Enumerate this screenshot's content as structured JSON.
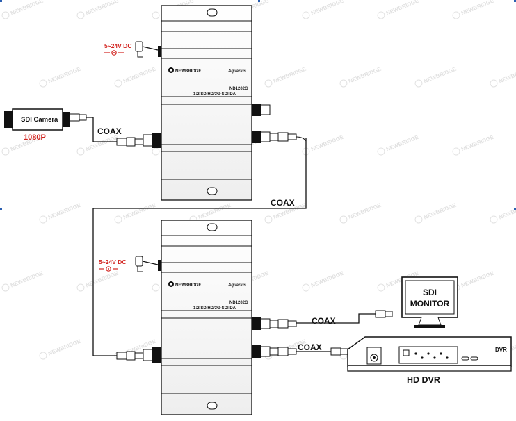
{
  "watermark": "NEWBRIDGE",
  "power": [
    "5~24V DC",
    "5~24V DC"
  ],
  "devices": [
    {
      "brand": "NEWBRIDGE",
      "series": "Aquarius",
      "model": "ND1202G",
      "desc": "1:2 SD/HD/3G-SDI DA"
    },
    {
      "brand": "NEWBRIDGE",
      "series": "Aquarius",
      "model": "ND1202G",
      "desc": "1:2 SD/HD/3G-SDI DA"
    }
  ],
  "camera": {
    "label": "SDI Camera",
    "resolution": "1080P"
  },
  "coax_labels": [
    "COAX",
    "COAX",
    "COAX",
    "COAX"
  ],
  "monitor": {
    "line1": "SDI",
    "line2": "MONITOR"
  },
  "dvr": {
    "tag": "DVR",
    "caption": "HD DVR"
  },
  "colors": {
    "accent_red": "#d2231f",
    "line": "#111111",
    "watermark": "#c8c8c8"
  }
}
